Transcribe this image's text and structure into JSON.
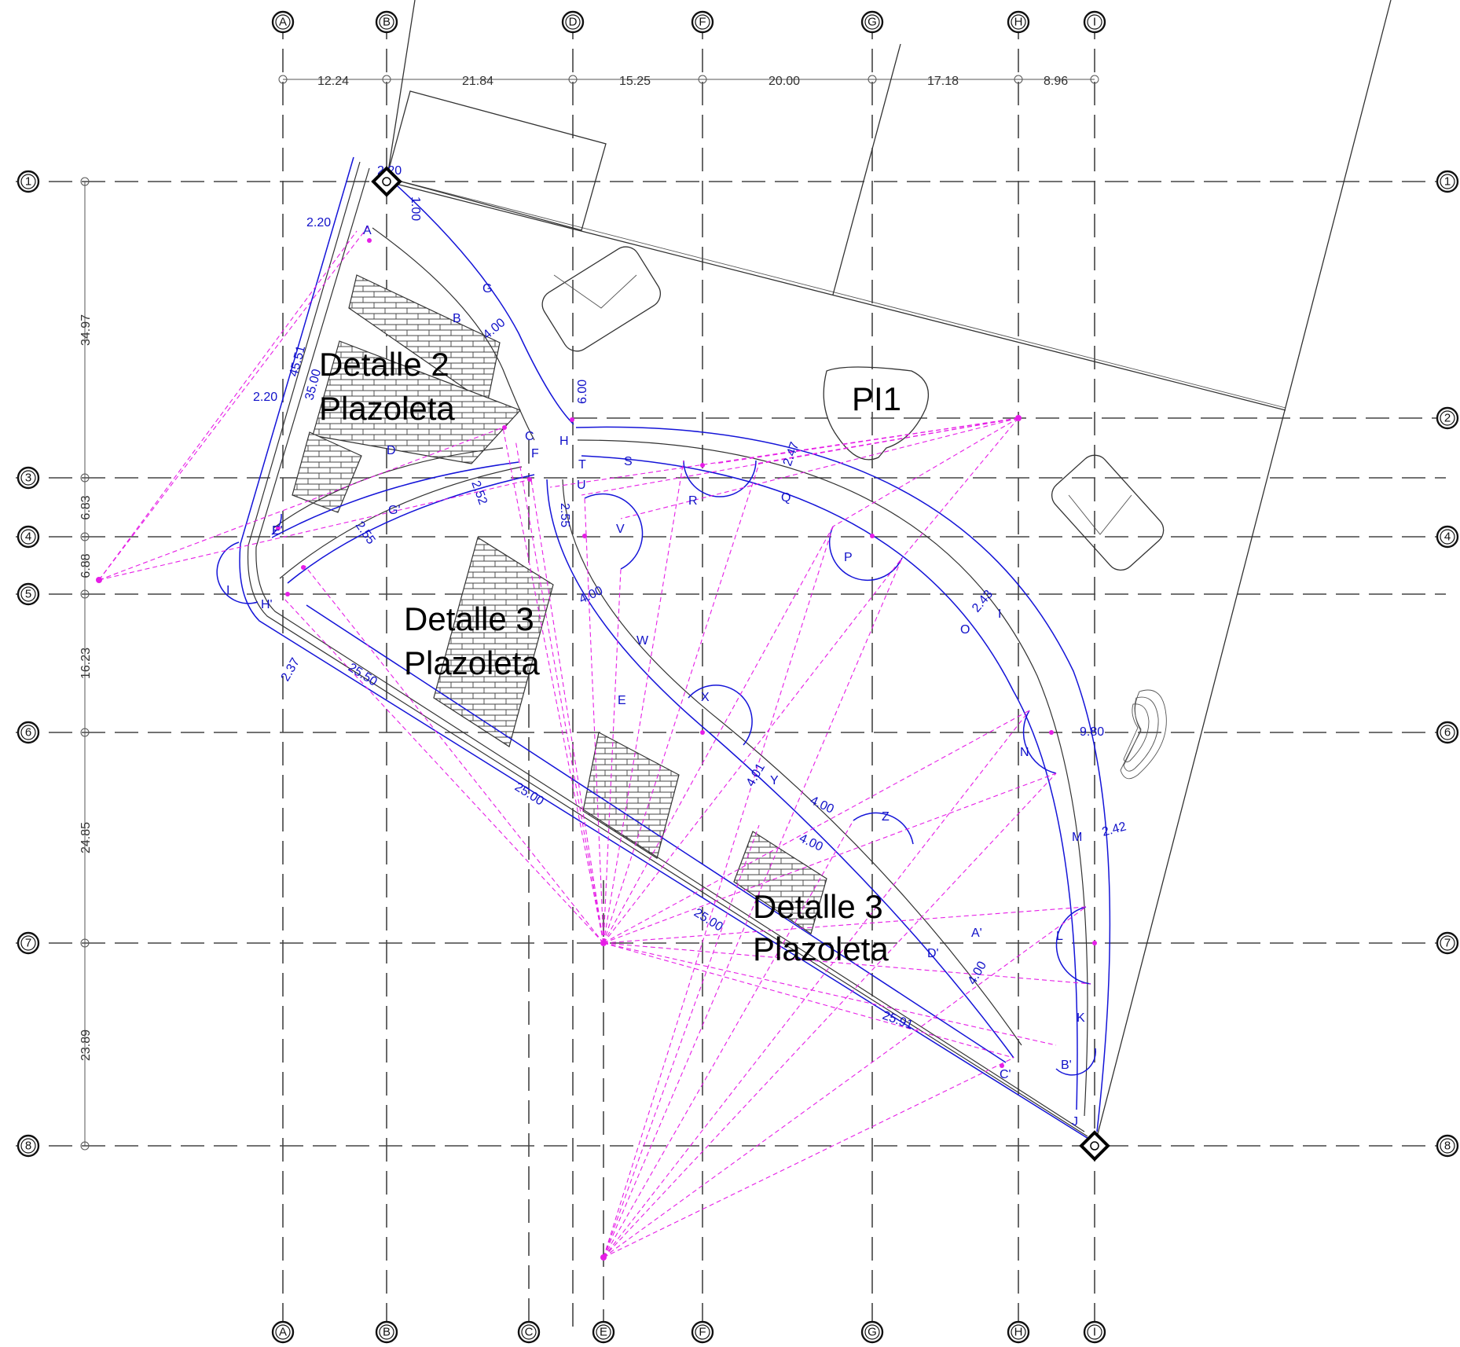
{
  "grid": {
    "columns_top": [
      "A",
      "B",
      "D",
      "F",
      "G",
      "H",
      "I"
    ],
    "columns_bottom": [
      "A",
      "B",
      "C",
      "E",
      "F",
      "G",
      "H",
      "I"
    ],
    "rows": [
      "1",
      "2",
      "3",
      "4",
      "5",
      "6",
      "7",
      "8"
    ],
    "col_spacing": [
      "12.24",
      "21.84",
      "15.25",
      "20.00",
      "17.18",
      "8.96"
    ],
    "row_spacing": [
      "34.97",
      "6.83",
      "6.88",
      "16.23",
      "24.85",
      "23.89"
    ]
  },
  "labels": {
    "detalle2": [
      "Detalle 2",
      "Plazoleta"
    ],
    "detalle3a": [
      "Detalle 3",
      "Plazoleta"
    ],
    "detalle3b": [
      "Detalle 3",
      "Plazoleta"
    ],
    "pi1": "PI1"
  },
  "dimensions": [
    "2.20",
    "1.00",
    "2.20",
    "2.20",
    "45.51",
    "35.00",
    "4.00",
    "6.00",
    "2.52",
    "2.55",
    "2.55",
    "4.00",
    "2.47",
    "2.43",
    "9.80",
    "2.42",
    "2.37",
    "25.50",
    "25.00",
    "25.00",
    "25.91",
    "4.01",
    "4.00",
    "4.00",
    "4.00"
  ],
  "segment_letters": [
    "A",
    "B",
    "G",
    "C",
    "D",
    "G'",
    "E",
    "F",
    "H",
    "I",
    "J",
    "K",
    "L",
    "M",
    "N",
    "O",
    "P",
    "Q",
    "R",
    "S",
    "T",
    "U",
    "V",
    "W",
    "X",
    "Y",
    "Z",
    "A'",
    "B'",
    "C'",
    "D'",
    "E'",
    "H'",
    "I"
  ],
  "colors": {
    "grid": "#444444",
    "path": "#1414d8",
    "rays": "#e61ee6",
    "text": "#000000"
  }
}
